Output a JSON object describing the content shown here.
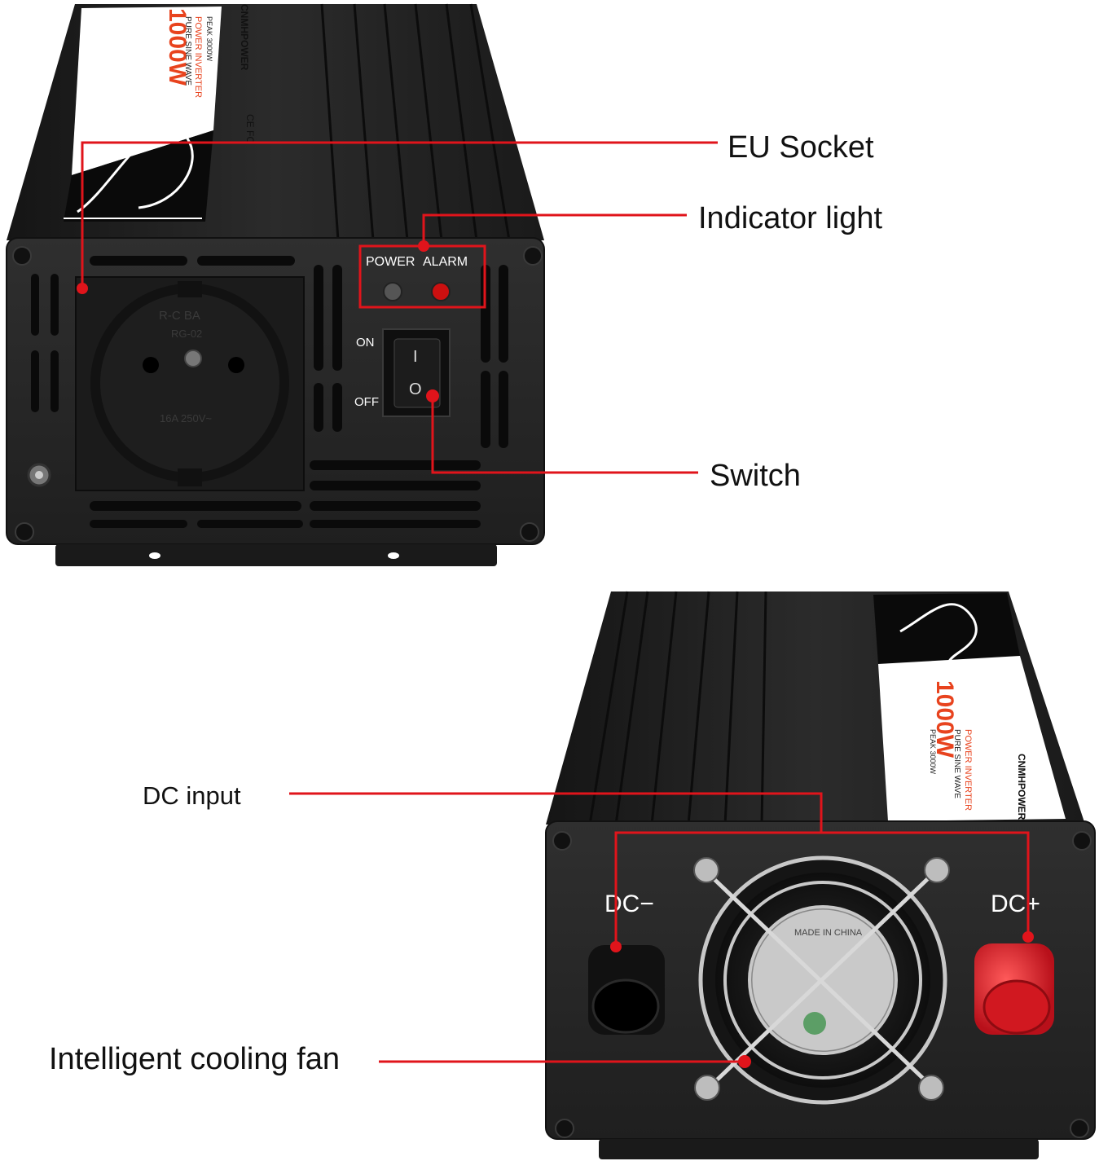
{
  "callouts": {
    "eu_socket": "EU Socket",
    "indicator_light": "Indicator light",
    "switch": "Switch",
    "dc_input": "DC input",
    "cooling_fan": "Intelligent cooling fan"
  },
  "front_panel": {
    "power_led_label": "POWER",
    "alarm_led_label": "ALARM",
    "switch_on": "ON",
    "switch_off": "OFF",
    "switch_i": "I",
    "switch_o": "O",
    "socket_brand": "R-C BA",
    "socket_model": "RG-02",
    "socket_rating": "16A  250V~"
  },
  "label_sticker": {
    "brand": "CNMHPOWER",
    "wattage": "1000W",
    "type": "POWER INVERTER",
    "wave": "PURE SINE WAVE",
    "peak": "PEAK 3000W",
    "certs": "CE FC"
  },
  "rear_panel": {
    "dc_minus": "DC−",
    "dc_plus": "DC+",
    "fan_text": "MADE IN CHINA"
  },
  "colors": {
    "accent": "#e0141b",
    "body": "#1c1c1c",
    "panel": "#2a2a2a",
    "terminal_red": "#e31e24"
  }
}
